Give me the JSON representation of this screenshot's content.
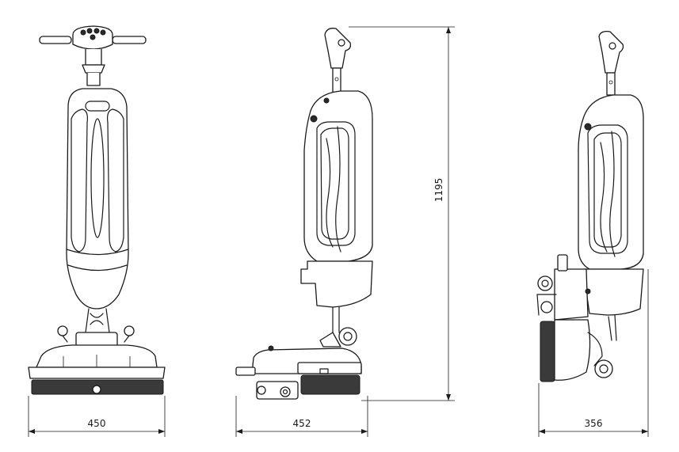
{
  "dimensions": {
    "front_width": "450",
    "side_width": "452",
    "height": "1195",
    "folded_width": "356"
  }
}
